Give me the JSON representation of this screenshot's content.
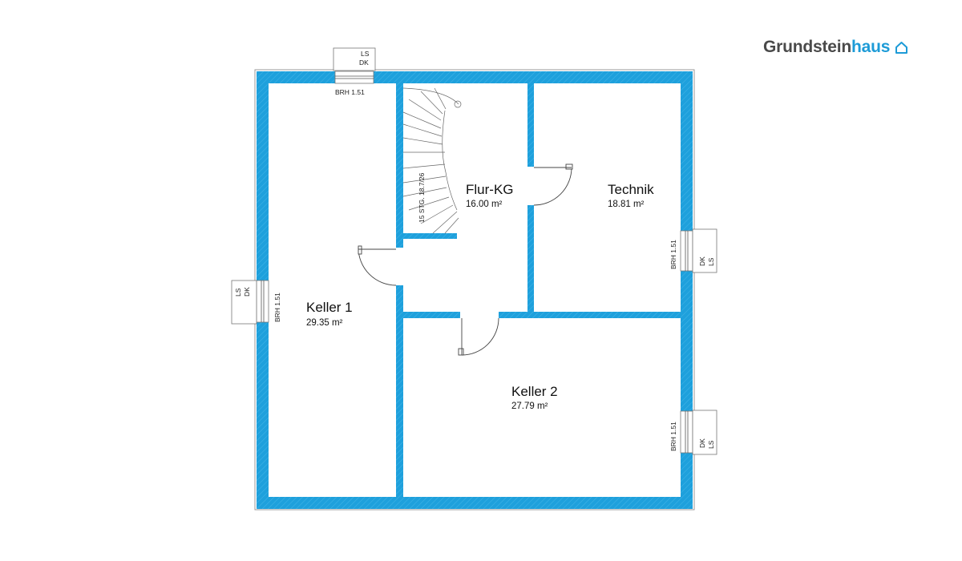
{
  "brand": {
    "part1": "Grundstein",
    "part2": "haus",
    "icon": "house-icon",
    "color_dark": "#4a4a4a",
    "color_accent": "#1d9bd7"
  },
  "colors": {
    "wall": "#1ea0dc",
    "outline": "#9a9a9a"
  },
  "rooms": {
    "keller1": {
      "name": "Keller 1",
      "area": "29.35 m²"
    },
    "flur": {
      "name": "Flur-KG",
      "area": "16.00 m²"
    },
    "technik": {
      "name": "Technik",
      "area": "18.81 m²"
    },
    "keller2": {
      "name": "Keller 2",
      "area": "27.79 m²"
    }
  },
  "windows": {
    "top": {
      "ls": "LS",
      "dk": "DK",
      "brh": "BRH 1.51"
    },
    "left": {
      "ls": "LS",
      "dk": "DK",
      "brh": "BRH 1.51"
    },
    "right_upper": {
      "ls": "LS",
      "dk": "DK",
      "brh": "BRH 1.51"
    },
    "right_lower": {
      "ls": "LS",
      "dk": "DK",
      "brh": "BRH 1.51"
    }
  },
  "stairs": {
    "label": "15 STG. 18.7/26"
  }
}
